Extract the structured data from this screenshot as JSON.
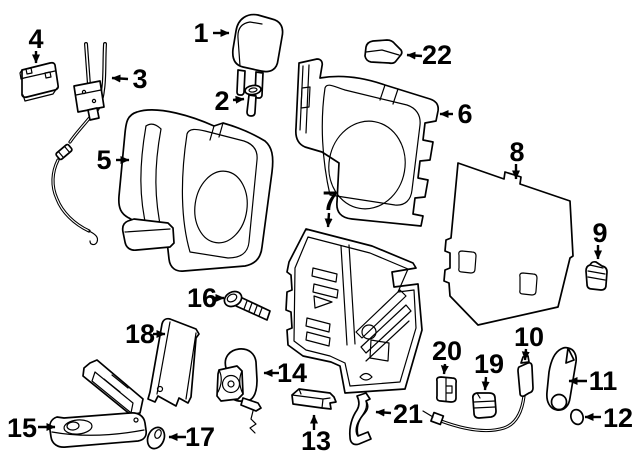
{
  "diagram": {
    "description": "Exploded parts diagram of a vehicle rear seat back with numbered callouts",
    "colors": {
      "background": "#ffffff",
      "line": "#000000",
      "label_text": "#000000"
    },
    "callouts": [
      {
        "text": "1"
      },
      {
        "text": "2"
      },
      {
        "text": "3"
      },
      {
        "text": "4"
      },
      {
        "text": "5"
      },
      {
        "text": "6"
      },
      {
        "text": "7"
      },
      {
        "text": "8"
      },
      {
        "text": "9"
      },
      {
        "text": "10"
      },
      {
        "text": "11"
      },
      {
        "text": "12"
      },
      {
        "text": "13"
      },
      {
        "text": "14"
      },
      {
        "text": "15"
      },
      {
        "text": "16"
      },
      {
        "text": "17"
      },
      {
        "text": "18"
      },
      {
        "text": "19"
      },
      {
        "text": "20"
      },
      {
        "text": "21"
      },
      {
        "text": "22"
      }
    ]
  }
}
